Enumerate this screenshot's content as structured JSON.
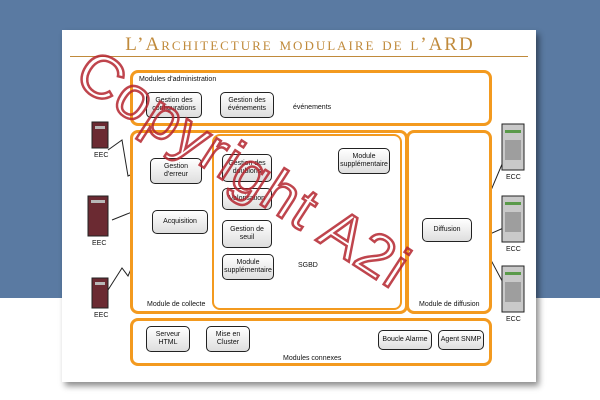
{
  "title": "L’Architecture modulaire de l’ARD",
  "watermark": "Copyright A2i",
  "groups": {
    "admin": "Modules d'administration",
    "collecte": "Module de collecte",
    "diffusion": "Module de diffusion",
    "connexes": "Modules connexes"
  },
  "admin_boxes": {
    "gestion_config": [
      "Gestion des",
      "configurations"
    ],
    "gestion_events": [
      "Gestion des",
      "événements"
    ],
    "events_db": "événements"
  },
  "core_boxes": {
    "gestion_erreur": [
      "Gestion",
      "d'erreur"
    ],
    "acquisition": "Acquisition",
    "gestion_doublons": [
      "Gestion des",
      "doublons"
    ],
    "valorisation": "Valorisation",
    "gestion_seuil": [
      "Gestion de",
      "seuil"
    ],
    "module_supp_left": [
      "Module",
      "supplémentaire"
    ],
    "sgbd": "SGBD",
    "module_supp_top": [
      "Module",
      "supplémentaire"
    ],
    "diffusion": "Diffusion"
  },
  "connexes_boxes": {
    "serveur_html": [
      "Serveur",
      "HTML"
    ],
    "mise_en_cluster": [
      "Mise en",
      "Cluster"
    ],
    "boucle_alarme": "Boucle Alarme",
    "agent_snmp": "Agent SNMP"
  },
  "sources": {
    "pc1": "EEC",
    "pc2": "EEC",
    "pc3": "EEC"
  },
  "targets": {
    "srv1": "ECC",
    "srv2": "ECC",
    "srv3": "ECC"
  },
  "colors": {
    "accent": "#f39a1f",
    "title": "#c08a3b",
    "background": "#5a7aa2",
    "watermark": "#b5252f"
  }
}
